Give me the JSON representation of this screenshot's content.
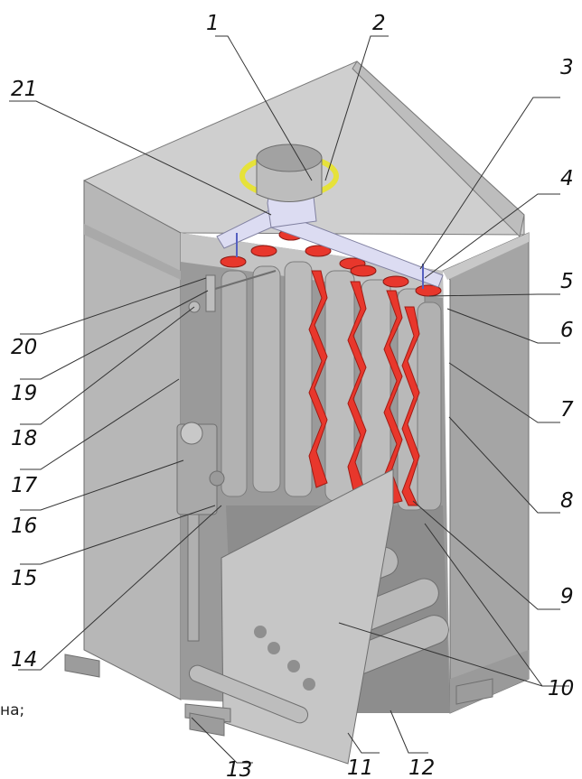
{
  "labels": [
    {
      "id": "1",
      "text": "1"
    },
    {
      "id": "2",
      "text": "2"
    },
    {
      "id": "3",
      "text": "3"
    },
    {
      "id": "4",
      "text": "4"
    },
    {
      "id": "5",
      "text": "5"
    },
    {
      "id": "6",
      "text": "6"
    },
    {
      "id": "7",
      "text": "7"
    },
    {
      "id": "8",
      "text": "8"
    },
    {
      "id": "9",
      "text": "9"
    },
    {
      "id": "10",
      "text": "10"
    },
    {
      "id": "11",
      "text": "11"
    },
    {
      "id": "12",
      "text": "12"
    },
    {
      "id": "13",
      "text": "13"
    },
    {
      "id": "14",
      "text": "14"
    },
    {
      "id": "15",
      "text": "15"
    },
    {
      "id": "16",
      "text": "16"
    },
    {
      "id": "17",
      "text": "17"
    },
    {
      "id": "18",
      "text": "18"
    },
    {
      "id": "19",
      "text": "19"
    },
    {
      "id": "20",
      "text": "20"
    },
    {
      "id": "21",
      "text": "21"
    }
  ],
  "stray_text": "на;",
  "colors": {
    "casing": "#b9b9b9",
    "casing_dark": "#8f8f8f",
    "casing_light": "#d6d6d6",
    "tube": "#a9a9a9",
    "turbulator": "#e8372c",
    "flue_collector": "#dcdcf2",
    "flue_ring": "#e6e23a"
  }
}
